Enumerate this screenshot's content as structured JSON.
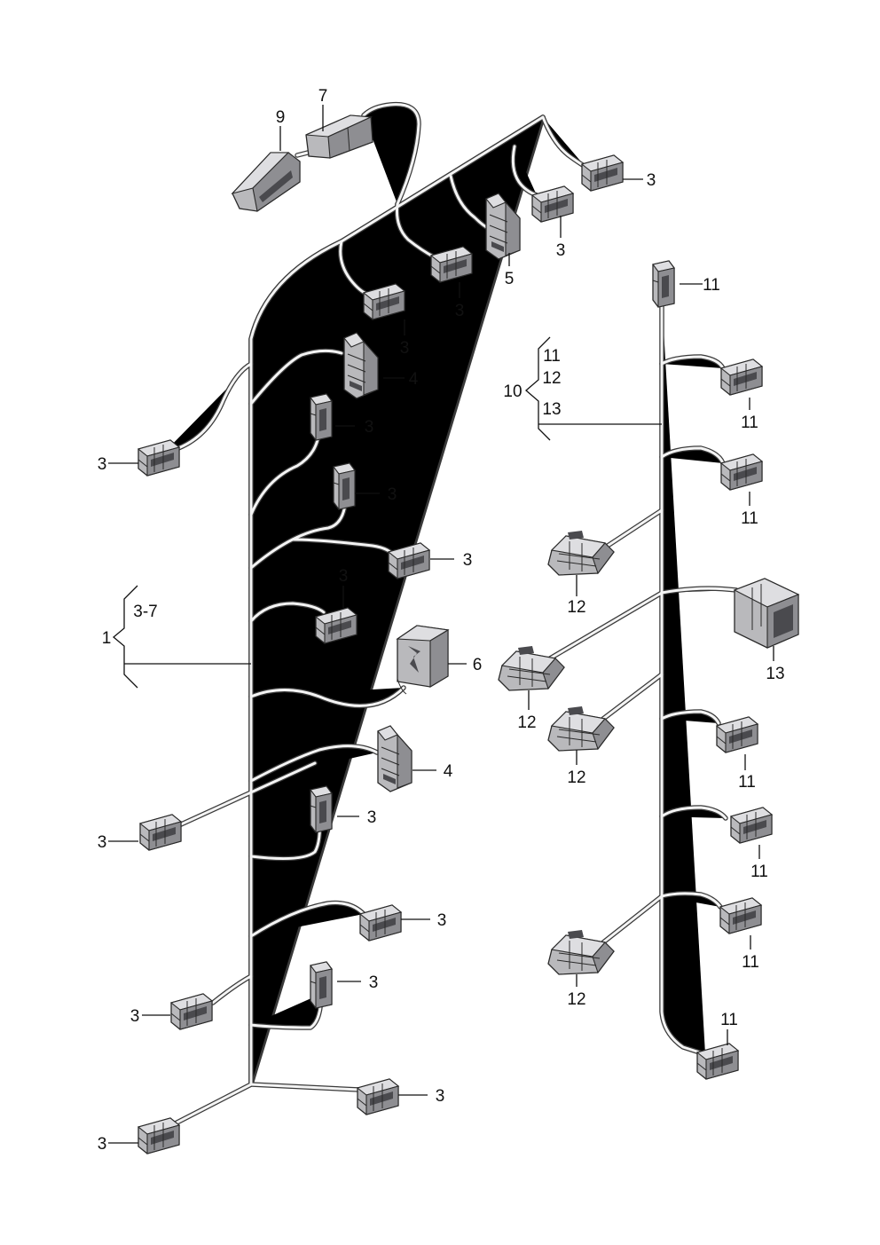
{
  "labels": {
    "l1": "1",
    "l3_7": "3-7",
    "l3": "3",
    "l4": "4",
    "l5": "5",
    "l6": "6",
    "l7": "7",
    "l9": "9",
    "l10": "10",
    "l11": "11",
    "l12": "12",
    "l13": "13"
  },
  "colors": {
    "wire": "#3a3a3a",
    "connector": "#b9b9bc",
    "text": "#111111"
  }
}
